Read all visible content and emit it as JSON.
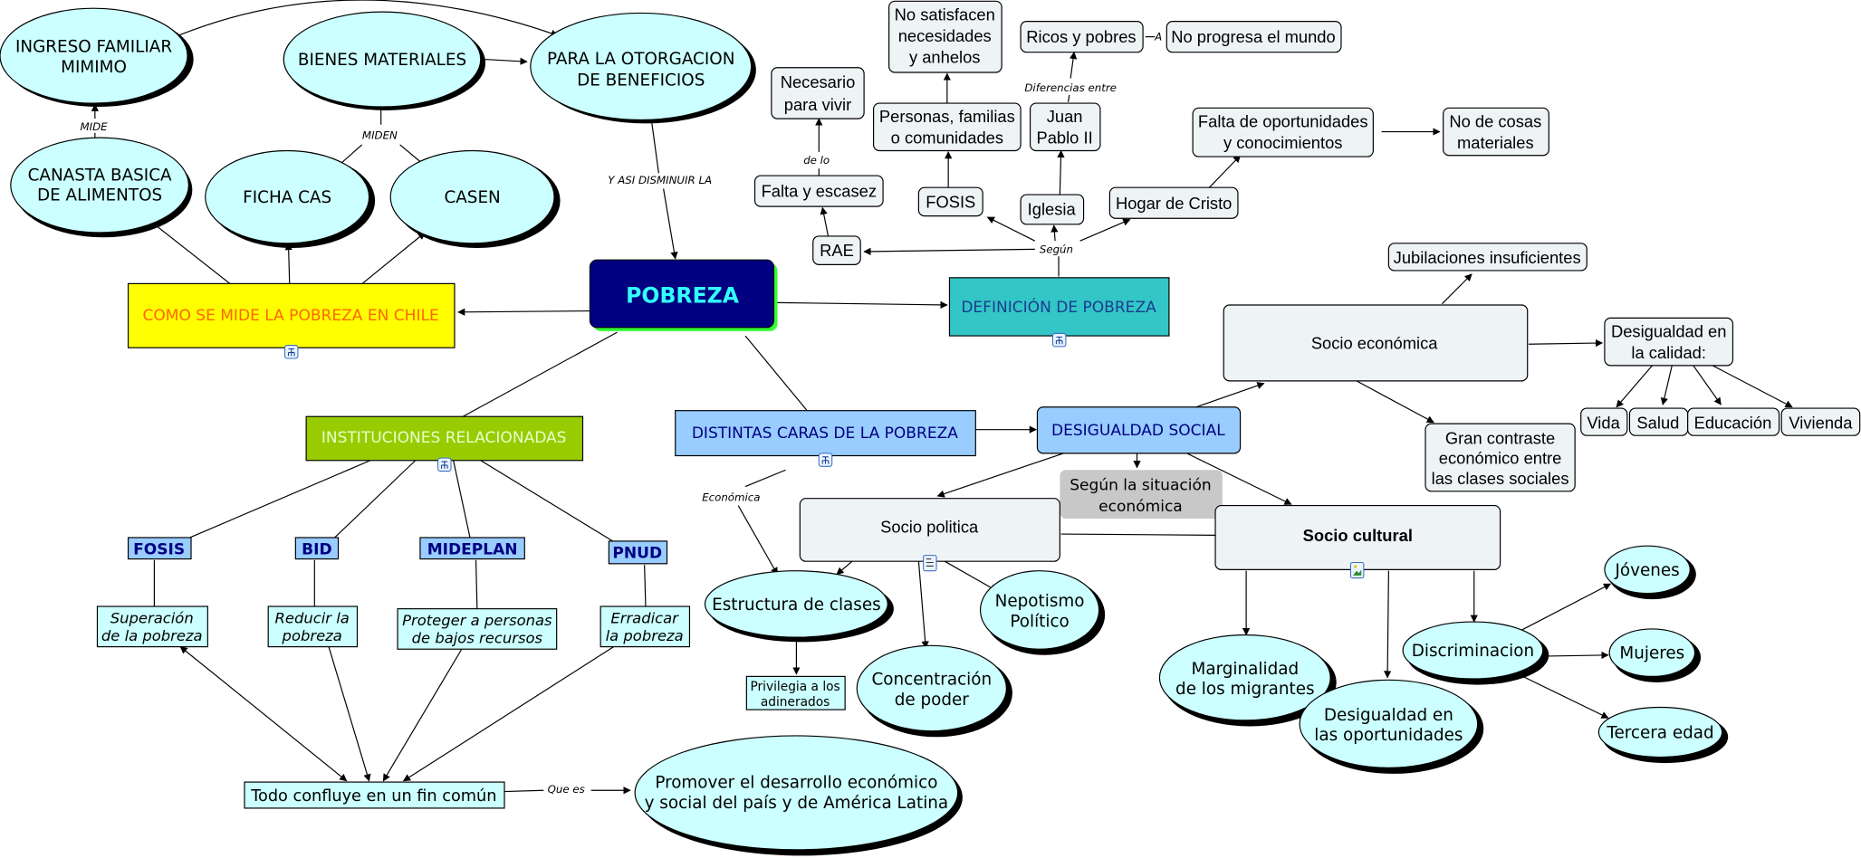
{
  "colors": {
    "concept_fill": "#ccffff",
    "root_fill": "#000080",
    "root_text": "#33ffff",
    "root_shadow": "#33ff33",
    "measure_fill": "#ffff00",
    "measure_text": "#ff6600",
    "definition_fill": "#33c6c6",
    "definition_text": "#1a3d8f",
    "institutions_fill": "#99cc00",
    "institutions_text": "#e6ffcc",
    "faces_fill": "#99ccff",
    "faces_text": "#000080",
    "box_fill": "#eef3f5",
    "gray_fill": "#c8c8c8"
  },
  "nodes": {
    "pobreza": "POBREZA",
    "como_se_mide": "COMO SE MIDE LA POBREZA EN CHILE",
    "definicion": "DEFINICIÓN DE POBREZA",
    "instituciones": "INSTITUCIONES RELACIONADAS",
    "distintas_caras": "DISTINTAS CARAS DE LA POBREZA",
    "desigualdad_social": "DESIGUALDAD SOCIAL",
    "ingreso": [
      "INGRESO FAMILIAR",
      "MIMIMO"
    ],
    "bienes": "BIENES MATERIALES",
    "otorgacion": [
      "PARA LA OTORGACION",
      "DE BENEFICIOS"
    ],
    "canasta": [
      "CANASTA BASICA",
      "DE ALIMENTOS"
    ],
    "ficha_cas": "FICHA CAS",
    "casen": "CASEN",
    "rae": "RAE",
    "falta_escasez": "Falta y escasez",
    "necesario": [
      "Necesario",
      "para vivir"
    ],
    "fosis_def": "FOSIS",
    "personas": [
      "Personas, familias",
      "o comunidades"
    ],
    "no_satisfacen": [
      "No satisfacen",
      "necesidades",
      "y anhelos"
    ],
    "iglesia": "Iglesia",
    "juan_pablo": [
      "Juan",
      "Pablo II"
    ],
    "ricos_pobres": "Ricos y pobres",
    "no_progresa": "No progresa el mundo",
    "hogar_cristo": "Hogar de Cristo",
    "falta_oportunidades": [
      "Falta de oportunidades",
      "y conocimientos"
    ],
    "no_cosas": [
      "No de cosas",
      "materiales"
    ],
    "socio_economica": "Socio económica",
    "jubilaciones": "Jubilaciones insuficientes",
    "desigualdad_calidad": [
      "Desigualdad en",
      "la calidad:"
    ],
    "vida": "Vida",
    "salud": "Salud",
    "educacion": "Educación",
    "vivienda": "Vivienda",
    "gran_contraste": [
      "Gran contraste",
      "económico entre",
      "las clases sociales"
    ],
    "segun_situacion": [
      "Según la situación",
      "económica"
    ],
    "socio_politica": "Socio politica",
    "socio_cultural": "Socio cultural",
    "estructura_clases": "Estructura de clases",
    "privilegia": [
      "Privilegia a los",
      "adinerados"
    ],
    "concentracion": [
      "Concentración",
      "de poder"
    ],
    "nepotismo": [
      "Nepotismo",
      "Político"
    ],
    "marginalidad": [
      "Marginalidad",
      "de los migrantes"
    ],
    "desigualdad_oport": [
      "Desigualdad en",
      "las oportunidades"
    ],
    "discriminacion": "Discriminacion",
    "jovenes": "Jóvenes",
    "mujeres": "Mujeres",
    "tercera_edad": "Tercera edad",
    "inst_fosis": "FOSIS",
    "inst_bid": "BID",
    "inst_mideplan": "MIDEPLAN",
    "inst_pnud": "PNUD",
    "goal_fosis": [
      "Superación",
      "de la pobreza"
    ],
    "goal_bid": [
      "Reducir la",
      "pobreza"
    ],
    "goal_mideplan": [
      "Proteger a personas",
      "de bajos recursos"
    ],
    "goal_pnud": [
      "Erradicar",
      "la pobreza"
    ],
    "todo_confluye": "Todo confluye en un fin común",
    "promover": [
      "Promover el desarrollo económico",
      "y social del país y de América Latina"
    ]
  },
  "link_labels": {
    "mide": "MIDE",
    "miden": "MIDEN",
    "y_asi": "Y ASI DISMINUIR LA",
    "de_lo": "de lo",
    "segun": "Según",
    "diferencias": "Diferencias entre",
    "a": "A",
    "economica": "Económica",
    "que_es": "Que es"
  }
}
